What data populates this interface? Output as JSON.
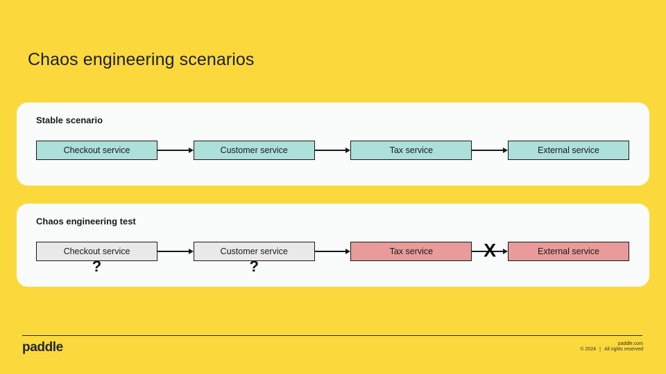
{
  "slide": {
    "title": "Chaos engineering scenarios"
  },
  "colors": {
    "background": "#FBD93C",
    "panel": "#FAFBFB",
    "healthy_node": "#ACE0D9",
    "unknown_node": "#E9E9E9",
    "failed_node": "#E89B99",
    "line": "#15171A"
  },
  "panels": [
    {
      "label": "Stable scenario",
      "nodes": [
        {
          "label": "Checkout service",
          "state": "healthy"
        },
        {
          "label": "Customer service",
          "state": "healthy"
        },
        {
          "label": "Tax service",
          "state": "healthy"
        },
        {
          "label": "External service",
          "state": "healthy"
        }
      ]
    },
    {
      "label": "Chaos engineering test",
      "nodes": [
        {
          "label": "Checkout service",
          "state": "unknown",
          "marker": "?"
        },
        {
          "label": "Customer service",
          "state": "unknown",
          "marker": "?"
        },
        {
          "label": "Tax service",
          "state": "failed"
        },
        {
          "label": "External service",
          "state": "failed"
        }
      ],
      "broken_link_marker": "X"
    }
  ],
  "footer": {
    "logo": "paddle",
    "website": "paddle.com",
    "copyright": "© 2024",
    "separator": "|",
    "rights": "All rights reserved"
  }
}
